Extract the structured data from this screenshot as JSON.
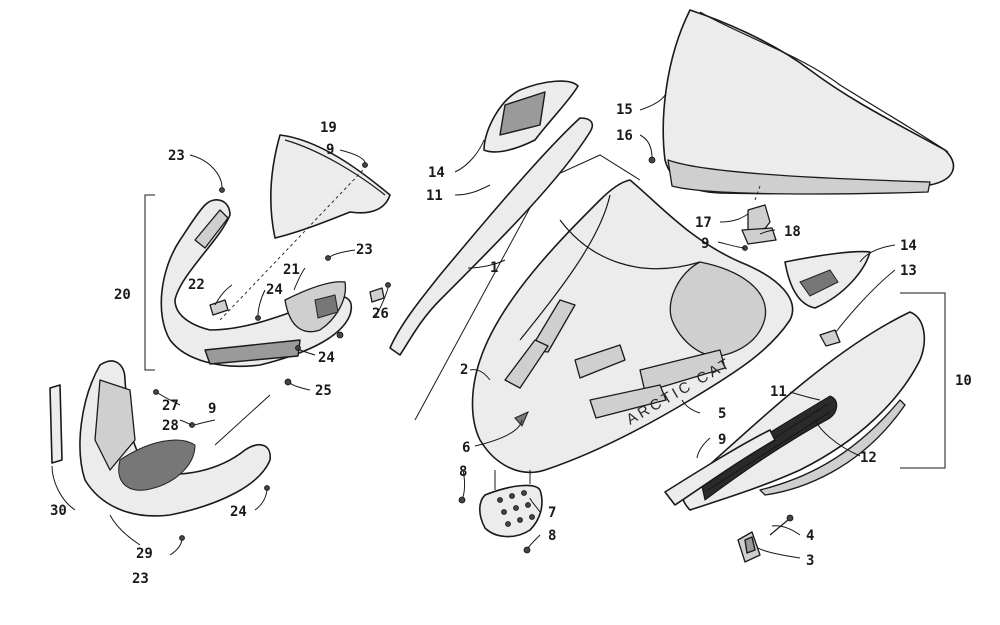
{
  "brand_text": "ARCTIC CAT",
  "callouts": [
    {
      "id": "c1",
      "text": "1"
    },
    {
      "id": "c2",
      "text": "2"
    },
    {
      "id": "c3",
      "text": "3"
    },
    {
      "id": "c4",
      "text": "4"
    },
    {
      "id": "c5",
      "text": "5"
    },
    {
      "id": "c6",
      "text": "6"
    },
    {
      "id": "c7",
      "text": "7"
    },
    {
      "id": "c8a",
      "text": "8"
    },
    {
      "id": "c8b",
      "text": "8"
    },
    {
      "id": "c9a",
      "text": "9"
    },
    {
      "id": "c9b",
      "text": "9"
    },
    {
      "id": "c9c",
      "text": "9"
    },
    {
      "id": "c9d",
      "text": "9"
    },
    {
      "id": "c10",
      "text": "10"
    },
    {
      "id": "c11a",
      "text": "11"
    },
    {
      "id": "c11b",
      "text": "11"
    },
    {
      "id": "c12",
      "text": "12"
    },
    {
      "id": "c13",
      "text": "13"
    },
    {
      "id": "c14a",
      "text": "14"
    },
    {
      "id": "c14b",
      "text": "14"
    },
    {
      "id": "c15",
      "text": "15"
    },
    {
      "id": "c16",
      "text": "16"
    },
    {
      "id": "c17",
      "text": "17"
    },
    {
      "id": "c18",
      "text": "18"
    },
    {
      "id": "c19",
      "text": "19"
    },
    {
      "id": "c20",
      "text": "20"
    },
    {
      "id": "c21",
      "text": "21"
    },
    {
      "id": "c22",
      "text": "22"
    },
    {
      "id": "c23a",
      "text": "23"
    },
    {
      "id": "c23b",
      "text": "23"
    },
    {
      "id": "c23c",
      "text": "23"
    },
    {
      "id": "c24a",
      "text": "24"
    },
    {
      "id": "c24b",
      "text": "24"
    },
    {
      "id": "c24c",
      "text": "24"
    },
    {
      "id": "c25",
      "text": "25"
    },
    {
      "id": "c26",
      "text": "26"
    },
    {
      "id": "c27",
      "text": "27"
    },
    {
      "id": "c28",
      "text": "28"
    },
    {
      "id": "c29",
      "text": "29"
    },
    {
      "id": "c30",
      "text": "30"
    }
  ]
}
